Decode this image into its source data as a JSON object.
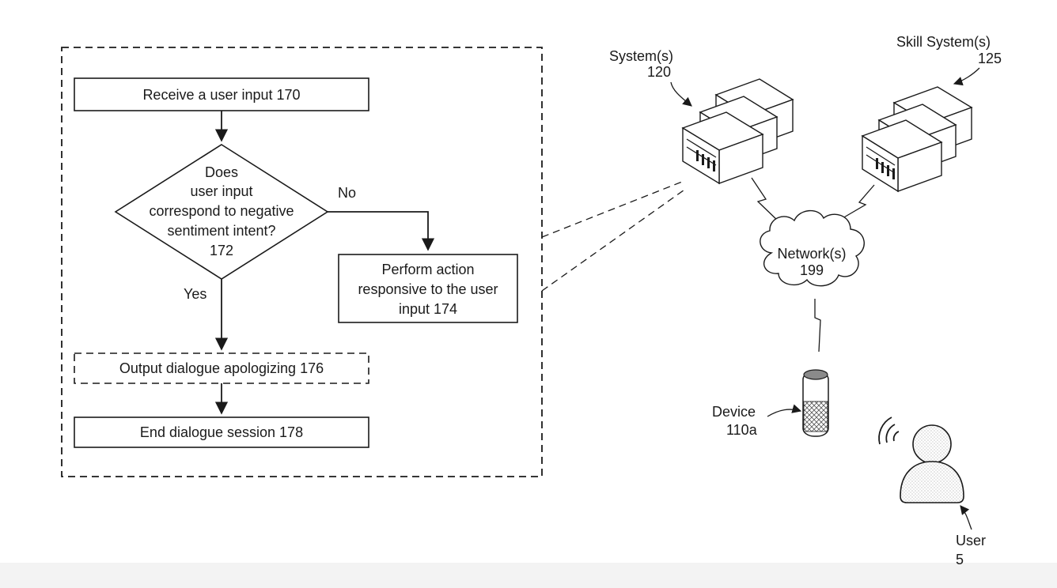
{
  "flowchart": {
    "receive_input": "Receive a user input 170",
    "decision_lines": [
      "Does",
      "user input",
      "correspond to negative",
      "sentiment intent?",
      "172"
    ],
    "no_label": "No",
    "yes_label": "Yes",
    "perform_action_lines": [
      "Perform action",
      "responsive to the user",
      "input 174"
    ],
    "output_apology": "Output dialogue apologizing 176",
    "end_session": "End dialogue session 178"
  },
  "system": {
    "system_label": "System(s)",
    "system_number": "120",
    "skill_label": "Skill System(s)",
    "skill_number": "125",
    "network_label": "Network(s)",
    "network_number": "199",
    "device_label": "Device",
    "device_number": "110a",
    "user_label": "User",
    "user_number": "5"
  },
  "colors": {
    "line": "#1a1a1a",
    "background": "#ffffff",
    "footer_band": "#f3f3f3"
  }
}
